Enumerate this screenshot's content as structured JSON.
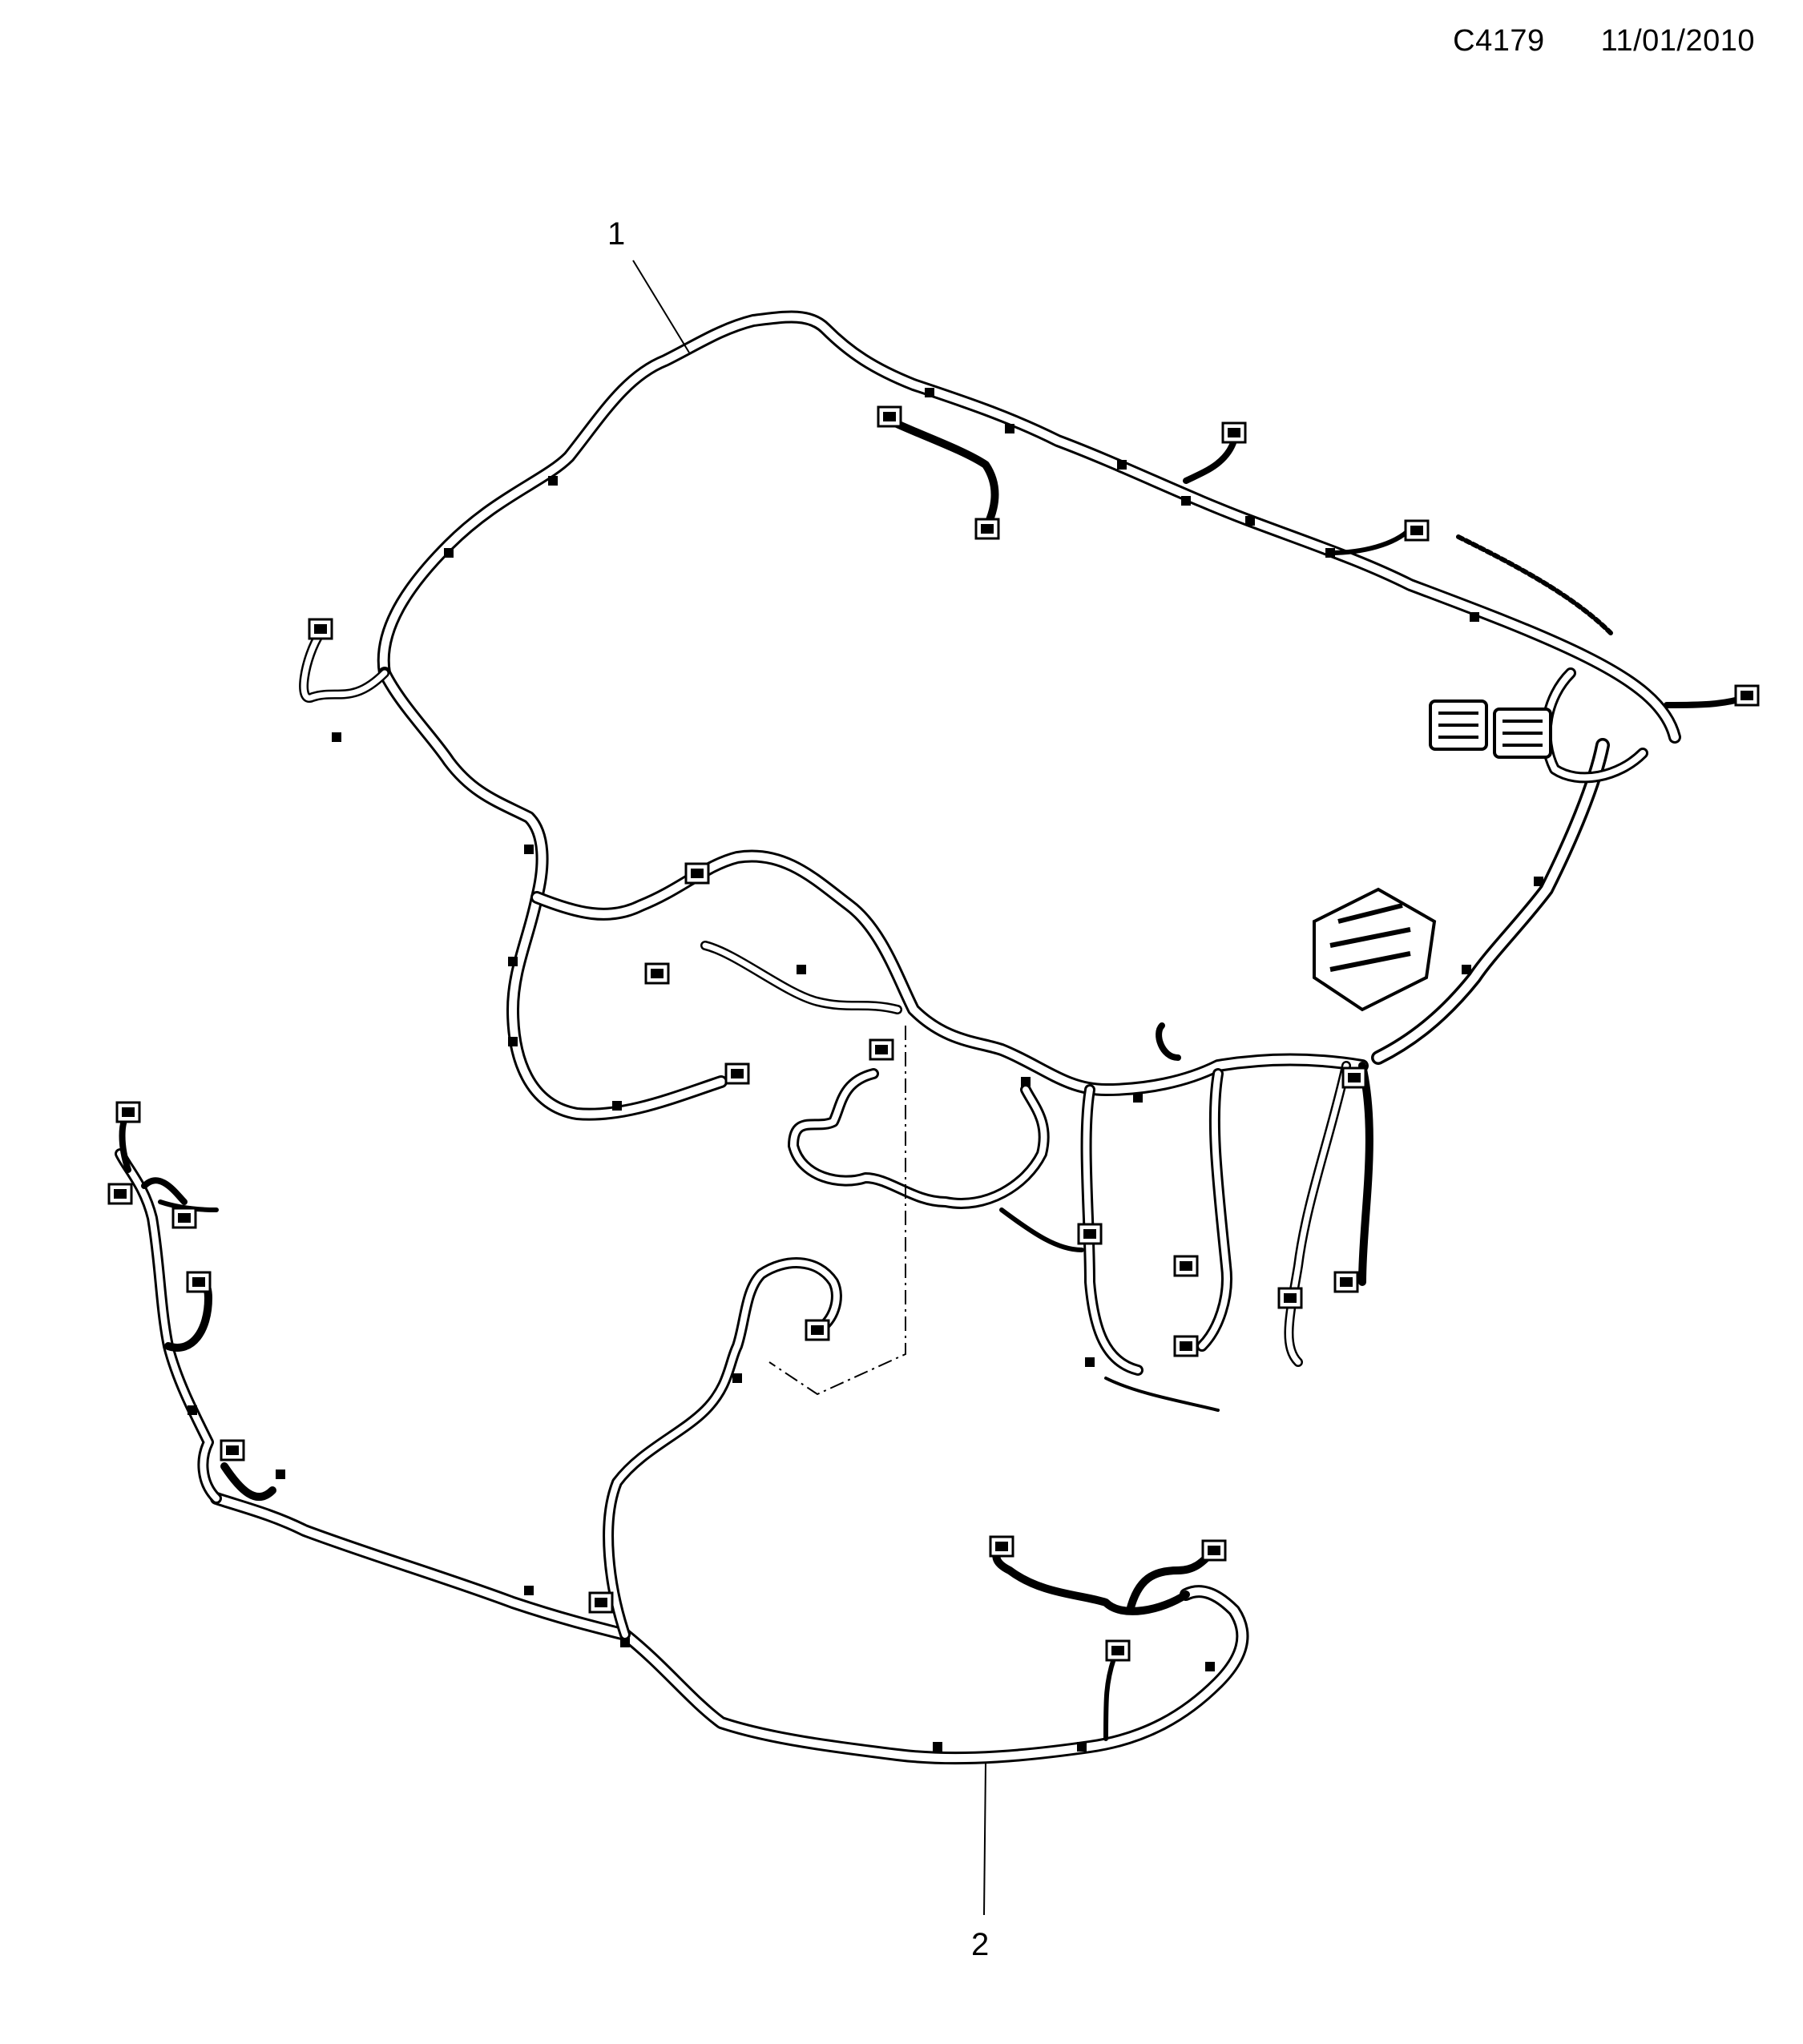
{
  "header": {
    "code": "C4179",
    "date": "11/01/2010"
  },
  "callouts": [
    {
      "id": "callout-1",
      "label": "1"
    },
    {
      "id": "callout-2",
      "label": "2"
    }
  ],
  "colors": {
    "line": "#000000",
    "background": "#ffffff"
  },
  "icons": {
    "connector": "connector-icon",
    "fuse_box": "fuse-box-icon",
    "clip": "clip-icon"
  }
}
